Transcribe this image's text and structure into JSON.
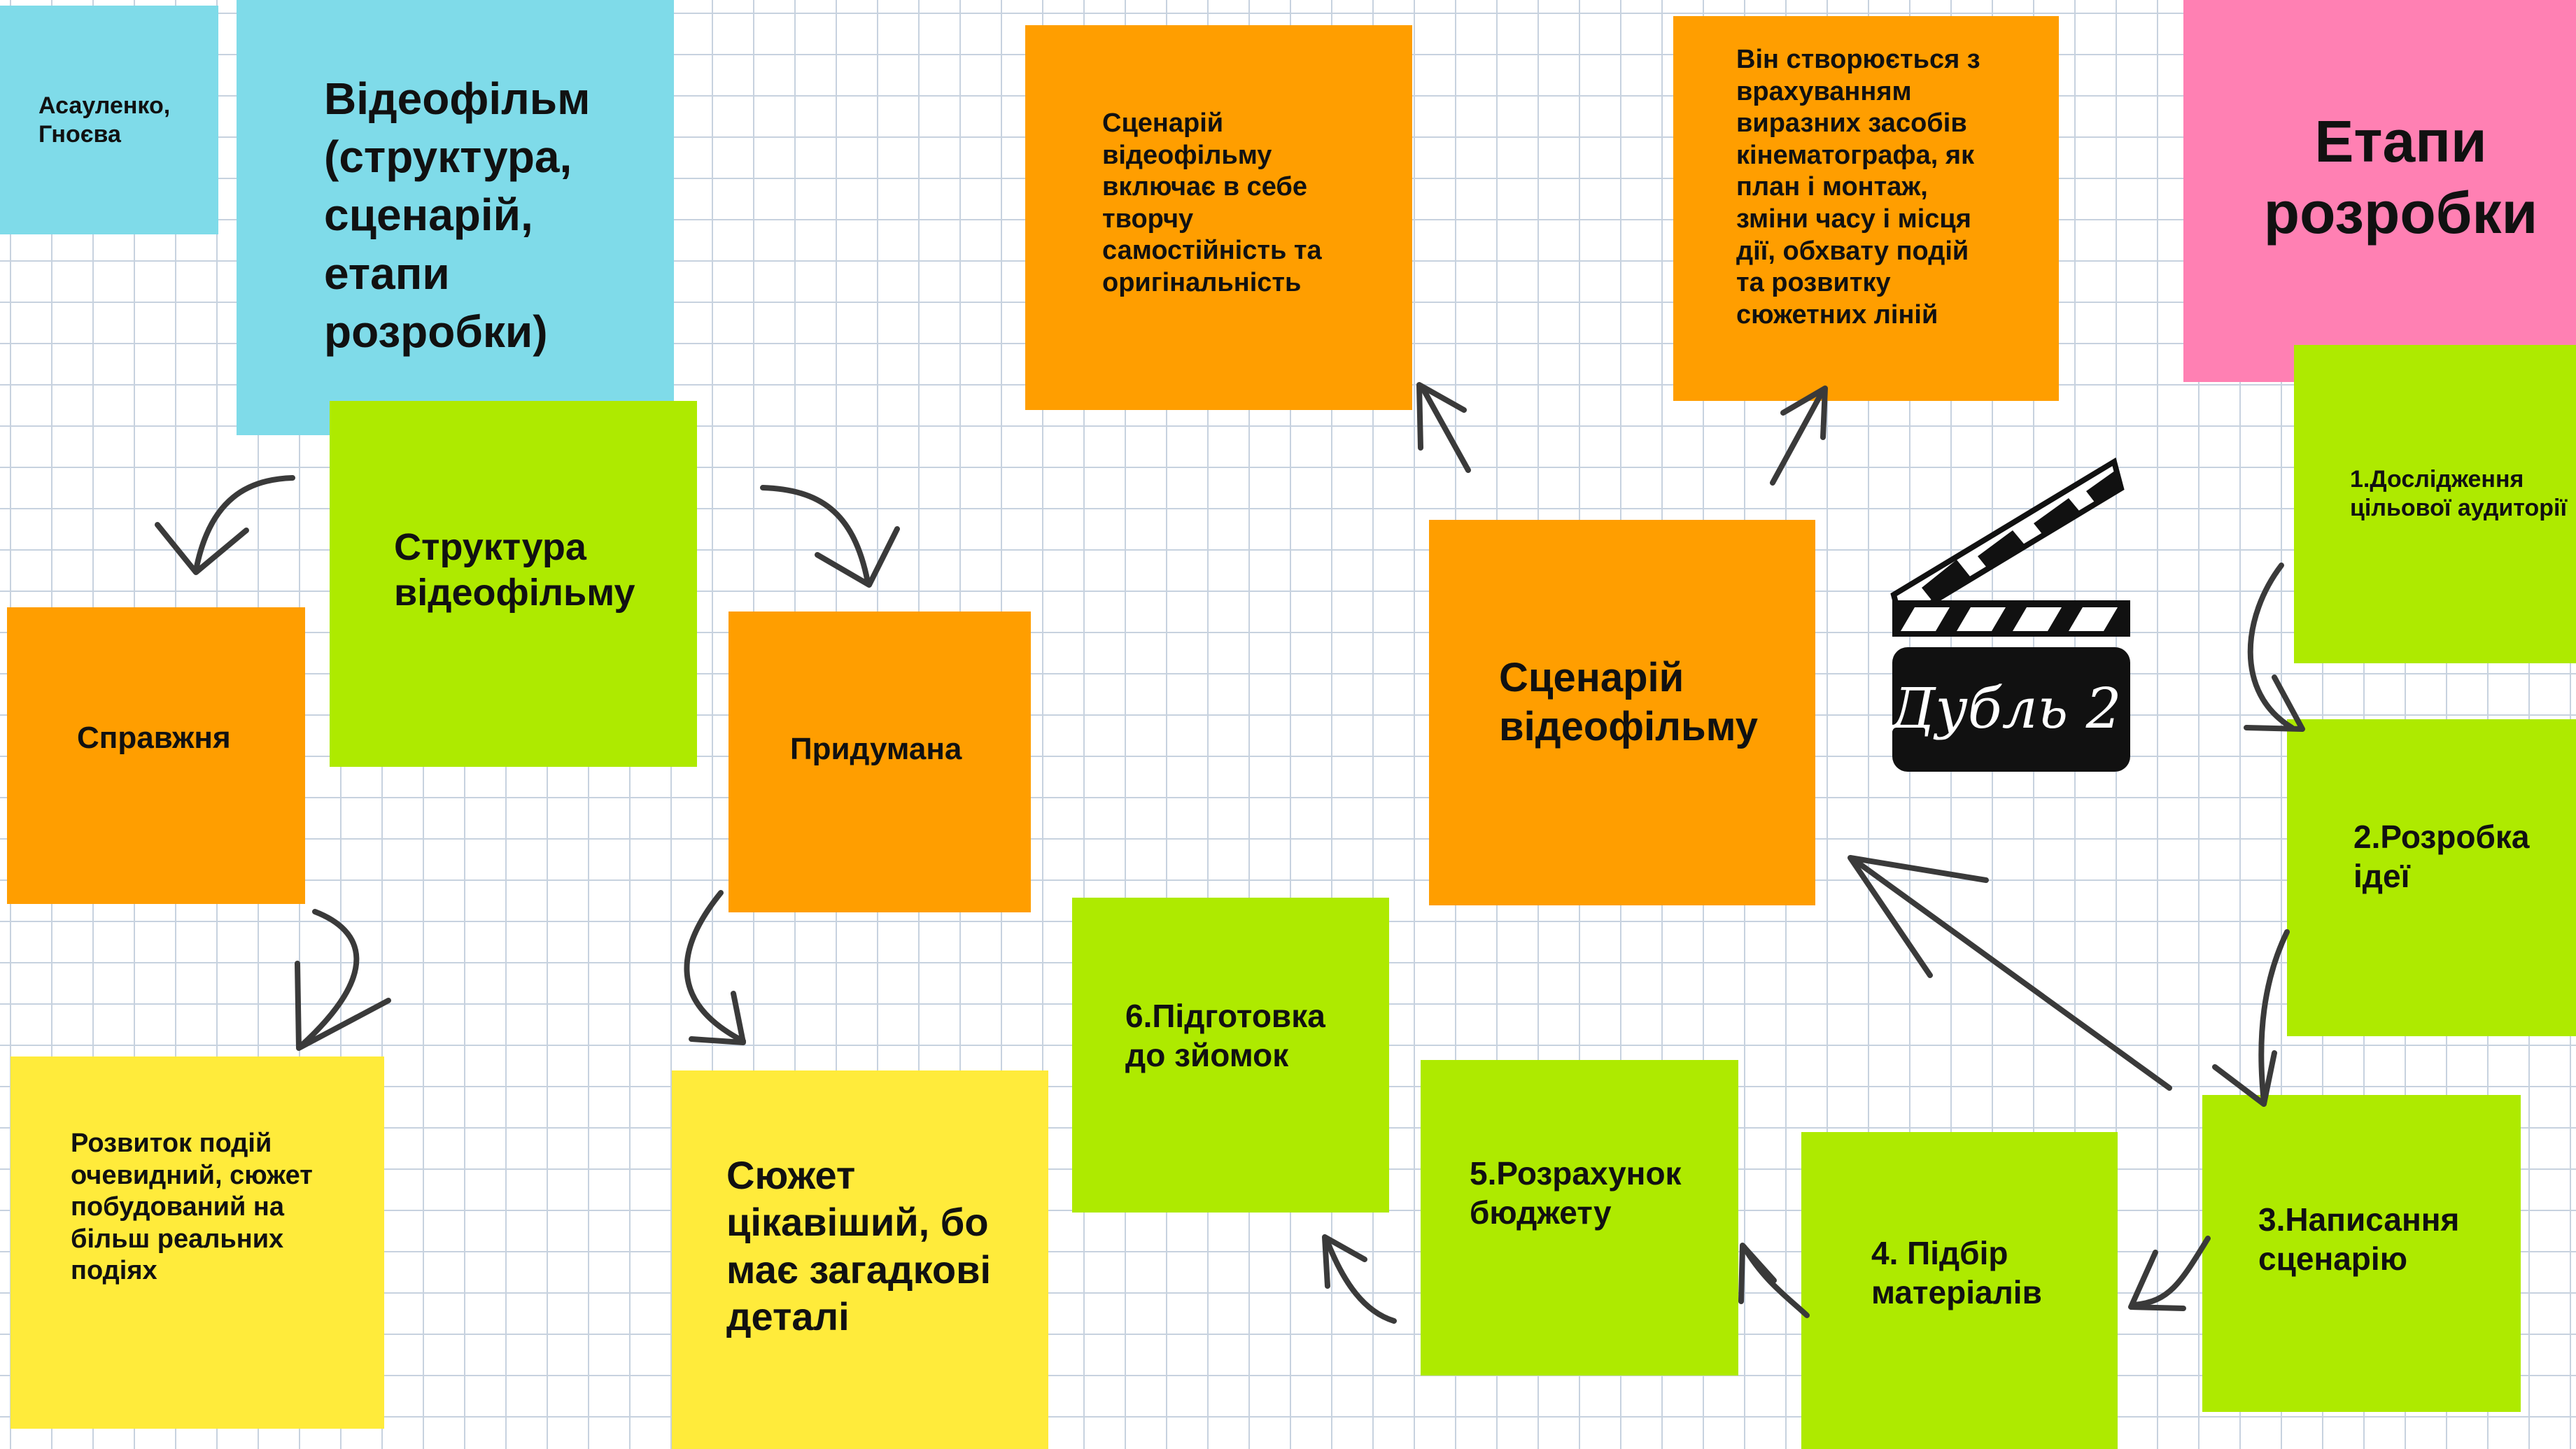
{
  "authors": "Асауленко,\nГноєва",
  "title": "Відеофільм\n(структура,\nсценарій,\nетапи\nрозробки)",
  "structure": {
    "heading": "Структура\nвідеофільму",
    "real": {
      "label": "Справжня",
      "description": "Розвиток подій\nочевидний, сюжет\nпобудований на\nбільш реальних\nподіях"
    },
    "invented": {
      "label": "Придумана",
      "description": "Сюжет\nцікавіший, бо\nмає загадкові\nдеталі"
    }
  },
  "script": {
    "heading": "Сценарій\nвідеофільму",
    "note_creativity": "Сценарій\nвідеофільму\nвключає в себе\nтворчу\nсамостійність та\nоригінальність",
    "note_means": "Він створюється з\nврахуванням\nвиразних засобів\nкінематографа, як\nплан і монтаж,\nзміни часу і місця\nдії, обхвату подій\nта розвитку\nсюжетних ліній"
  },
  "stages": {
    "heading": "Етапи\nрозробки",
    "items": [
      "1.Дослідження\nцільової аудиторії",
      "2.Розробка\nідеї",
      "3.Написання\nсценарію",
      "4. Підбір\nматеріалів",
      "5.Розрахунок\nбюджету",
      "6.Підготовка\nдо зйомок"
    ]
  },
  "clapper_text": "Дубль 2",
  "colors": {
    "cyan": "#7fdbe9",
    "lime": "#aeea00",
    "orange": "#ff9e00",
    "yellow": "#ffeb3b",
    "pink": "#ff80b3"
  }
}
